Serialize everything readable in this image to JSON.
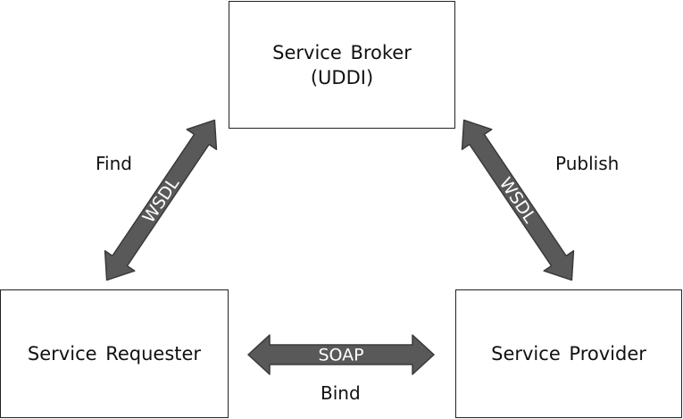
{
  "nodes": {
    "broker": {
      "line1": "Service Broker",
      "line2": "(UDDI)"
    },
    "requester": {
      "label": "Service Requester"
    },
    "provider": {
      "label": "Service Provider"
    }
  },
  "edges": {
    "find": {
      "label": "Find",
      "arrow_text": "WSDL"
    },
    "publish": {
      "label": "Publish",
      "arrow_text": "WSDL"
    },
    "bind": {
      "label": "Bind",
      "arrow_text": "SOAP"
    }
  },
  "colors": {
    "arrow_fill": "#595959",
    "arrow_text": "#ffffff",
    "box_border": "#222222"
  }
}
